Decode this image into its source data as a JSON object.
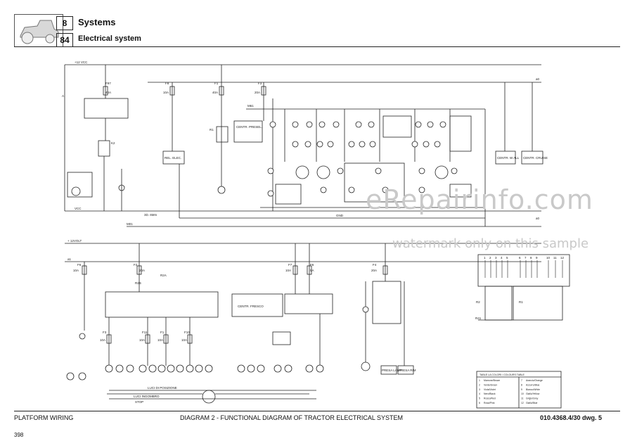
{
  "header": {
    "chapter_number": "8",
    "chapter_title": "Systems",
    "section_number": "84",
    "section_title": "Electrical system"
  },
  "upper_circuit": {
    "supply_label": "+12 VCC",
    "ground_label": "VCC",
    "rail_left": "A",
    "rail_right": "a0",
    "rail_right_low": "a0",
    "fuses": [
      {
        "id": "F97",
        "rating": "40A"
      },
      {
        "id": "F8",
        "rating": "10A"
      },
      {
        "id": "F1",
        "rating": "40A"
      },
      {
        "id": "F3",
        "rating": "20A"
      }
    ],
    "labels": {
      "k2": "K2",
      "m61": "M61",
      "ri": "R1",
      "centr_presel": "CENTR. PRESEL.",
      "rel_elec": "REL. ELEC.",
      "centr_w_all": "CENTR. W ALL",
      "centr_cruise": "CENTR. CRUISE",
      "gnd1": "M01",
      "gnd2": "GND",
      "wire1": "3D. 6Mm"
    }
  },
  "lower_circuit": {
    "supply_label": "+ 12VOLT",
    "rail_label": "a1",
    "fuses": [
      {
        "id": "F6",
        "rating": "10A"
      },
      {
        "id": "F2",
        "rating": "20A"
      },
      {
        "id": "F7",
        "rating": "10A"
      },
      {
        "id": "F6",
        "rating": "5A"
      },
      {
        "id": "F4",
        "rating": "20A"
      },
      {
        "id": "F3",
        "rating": "10A"
      },
      {
        "id": "F11",
        "rating": "10A"
      },
      {
        "id": "F1",
        "rating": "10A"
      },
      {
        "id": "F10",
        "rating": "10A"
      }
    ],
    "labels": {
      "centr_fresco": "CENTR. FRESCO",
      "presa_lamp": "PRESA LAMP",
      "presa_rim": "PRESA RIM",
      "luci_posizione": "LUCI DI POSIZIONE",
      "luci_ingombro": "LUCI INGOMBRO",
      "stop": "STOP",
      "r2a": "R2A",
      "r2b": "R2B"
    }
  },
  "connector": {
    "pins": [
      "1",
      "2",
      "3",
      "4",
      "5",
      "6",
      "7",
      "8",
      "9",
      "10",
      "11",
      "12"
    ],
    "relay_left": "R2",
    "relay_right": "R1",
    "label_bottom": "R41"
  },
  "colour_table": {
    "title": "TABLE LA COLORI / COLOURS TABLE",
    "rows": [
      [
        "1",
        "Marrone/Brown",
        "7",
        "Arancio/Orange"
      ],
      [
        "2",
        "Verde/Green",
        "8",
        "Azzurro/Blue"
      ],
      [
        "3",
        "Viola/Violet",
        "9",
        "Bianco/White"
      ],
      [
        "4",
        "Nero/Black",
        "10",
        "Giallo/Yellow"
      ],
      [
        "5",
        "Rosso/Red",
        "11",
        "Grigio/Grey"
      ],
      [
        "6",
        "Rosa/Pink",
        "12",
        "Giallo/Blue"
      ]
    ]
  },
  "watermark": {
    "brand": "eRepairinfo.com",
    "note": "watermark only on this sample"
  },
  "footer": {
    "left": "PLATFORM WIRING",
    "center": "DIAGRAM 2 - FUNCTIONAL DIAGRAM OF TRACTOR ELECTRICAL SYSTEM",
    "right": "010.4368.4/30  dwg. 5",
    "page": "398"
  }
}
